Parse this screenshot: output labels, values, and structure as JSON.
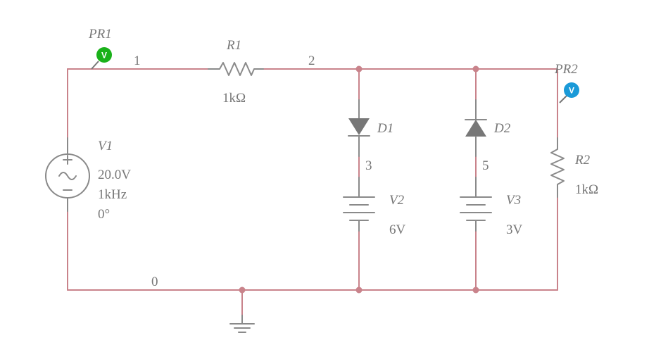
{
  "probes": [
    {
      "id": "PR1",
      "symbol": "V",
      "color": "#1ab11a"
    },
    {
      "id": "PR2",
      "symbol": "V",
      "color": "#1a9ad8"
    }
  ],
  "nodes": {
    "n1": "1",
    "n2": "2",
    "n3": "3",
    "n5": "5",
    "n0": "0"
  },
  "components": {
    "R1": {
      "name": "R1",
      "value": "1kΩ"
    },
    "R2": {
      "name": "R2",
      "value": "1kΩ"
    },
    "V1": {
      "name": "V1",
      "amplitude": "20.0V",
      "frequency": "1kHz",
      "phase": "0°"
    },
    "D1": {
      "name": "D1"
    },
    "D2": {
      "name": "D2"
    },
    "V2": {
      "name": "V2",
      "value": "6V"
    },
    "V3": {
      "name": "V3",
      "value": "3V"
    }
  },
  "colors": {
    "wire": "#c9838b",
    "component": "#8a8a8a",
    "label": "#777777"
  }
}
